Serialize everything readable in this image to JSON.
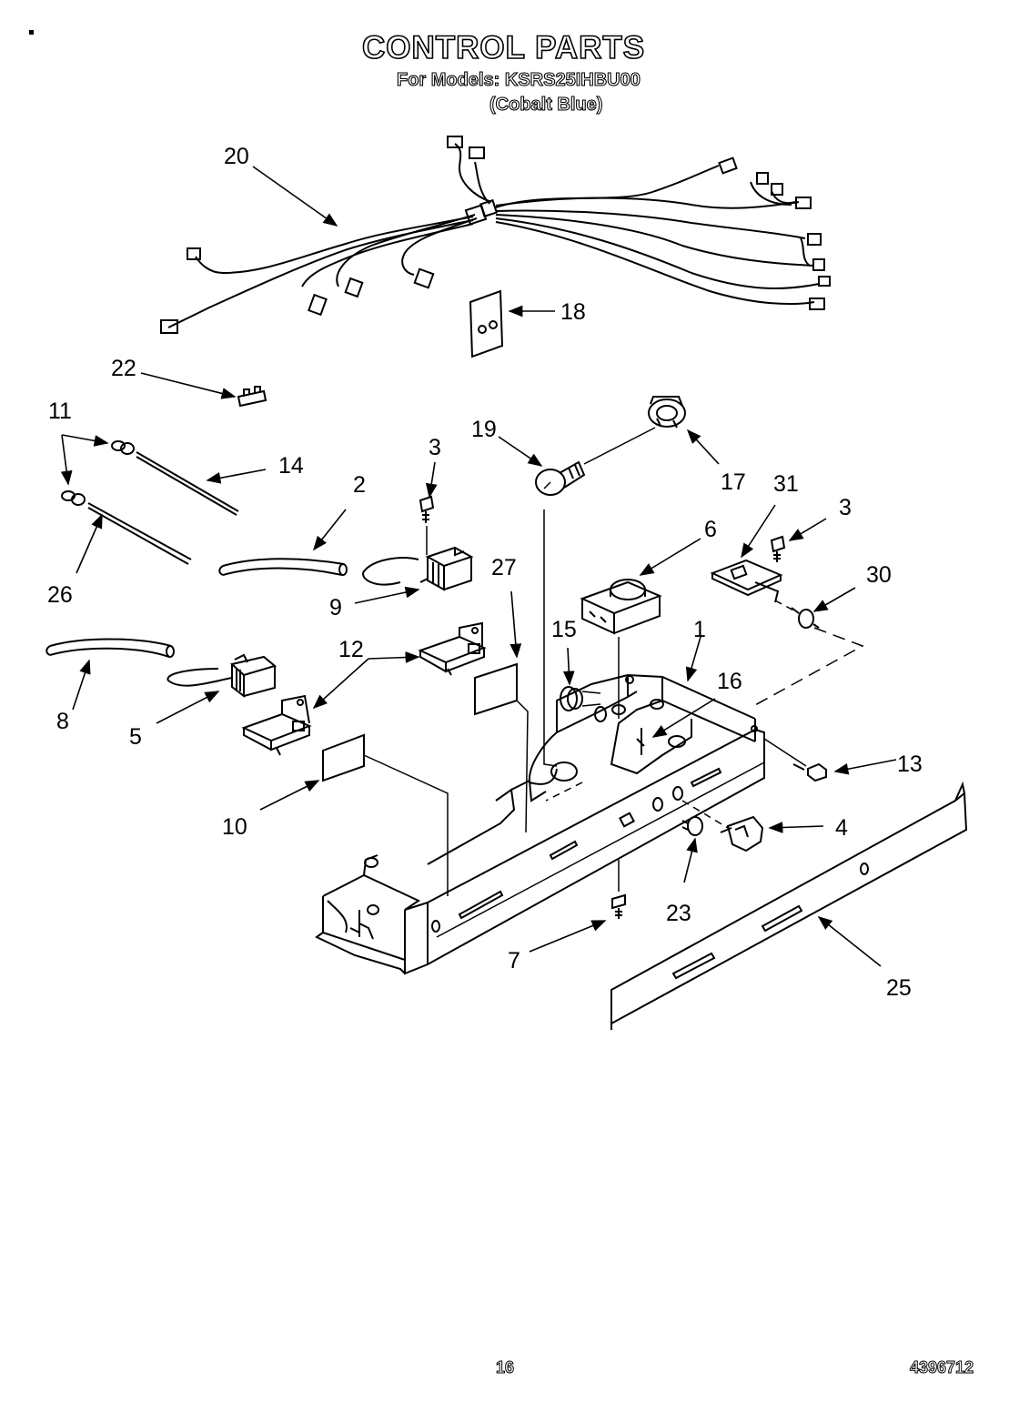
{
  "header": {
    "title": "CONTROL PARTS",
    "model_line": "For Models: KSRS25IHBU00",
    "color_line": "(Cobalt Blue)"
  },
  "footer": {
    "page_number": "16",
    "document_number": "4396712"
  },
  "callouts": [
    "20",
    "18",
    "22",
    "11",
    "14",
    "26",
    "2",
    "3",
    "9",
    "19",
    "17",
    "31",
    "6",
    "30",
    "1",
    "15",
    "16",
    "27",
    "12",
    "8",
    "5",
    "10",
    "13",
    "4",
    "23",
    "7",
    "25"
  ]
}
